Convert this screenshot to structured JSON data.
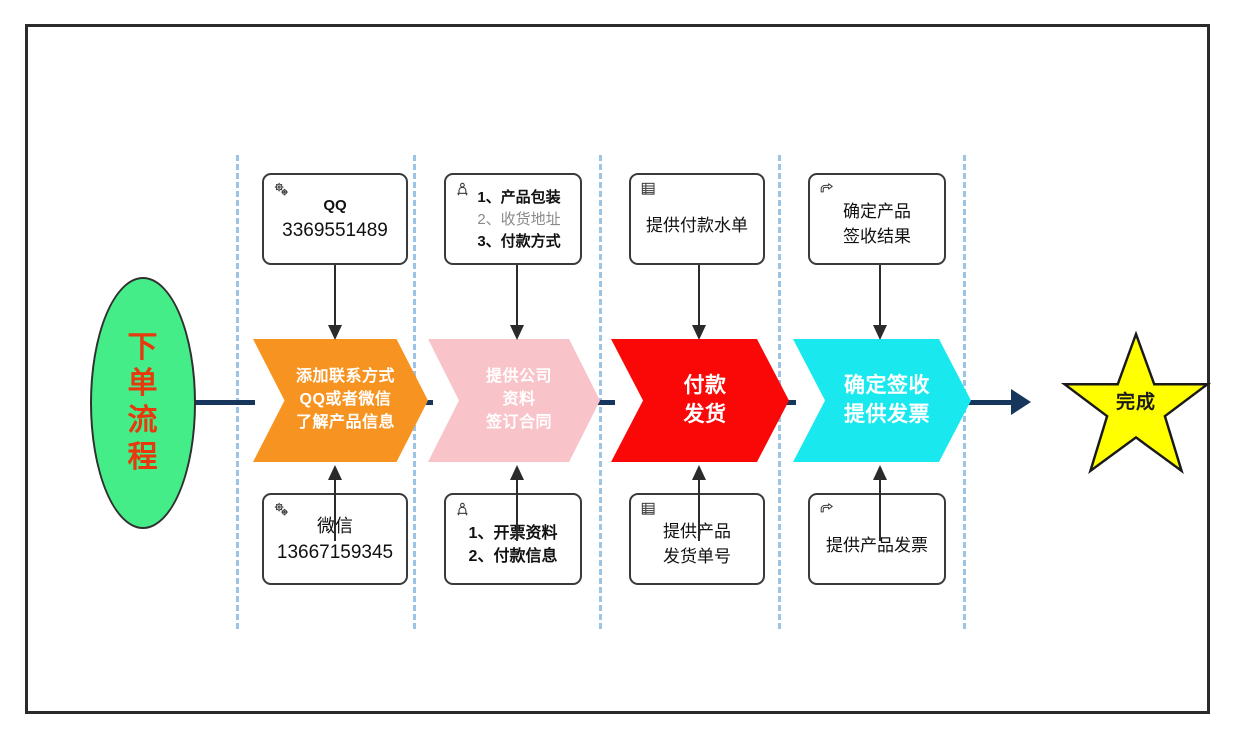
{
  "diagram": {
    "title": "下单流程",
    "start_node": {
      "label": "下单流程",
      "shape": "ellipse",
      "fill": "#44ed87",
      "text_color": "#e8380d"
    },
    "end_node": {
      "label": "完成",
      "shape": "star",
      "fill": "#ffff00",
      "text_color": "#1a1a1a"
    },
    "flow_line_color": "#16365c",
    "separator_color": "#9dc3e6",
    "stages": [
      {
        "id": "stage-1",
        "chevron": {
          "lines": [
            "添加联系方式",
            "QQ或者微信",
            "了解产品信息"
          ],
          "fill": "#f79421",
          "text_color": "#ffffff"
        },
        "top_box": {
          "icon": "gears-icon",
          "lines": [
            {
              "text": "QQ",
              "style": "bold"
            },
            {
              "text": "3369551489",
              "style": "normal"
            }
          ]
        },
        "bottom_box": {
          "icon": "gears-icon",
          "lines": [
            {
              "text": "微信",
              "style": "normal"
            },
            {
              "text": "13667159345",
              "style": "normal"
            }
          ]
        }
      },
      {
        "id": "stage-2",
        "chevron": {
          "lines": [
            "提供公司",
            "资料",
            "签订合同"
          ],
          "fill": "#f8c3c9",
          "text_color": "#ffffff"
        },
        "top_box": {
          "icon": "person-box-icon",
          "lines": [
            {
              "text": "1、产品包装",
              "style": "bold"
            },
            {
              "text": "2、收货地址",
              "style": "dim"
            },
            {
              "text": "3、付款方式",
              "style": "bold"
            }
          ]
        },
        "bottom_box": {
          "icon": "person-box-icon",
          "lines": [
            {
              "text": "1、开票资料",
              "style": "bold"
            },
            {
              "text": "2、付款信息",
              "style": "bold"
            }
          ]
        }
      },
      {
        "id": "stage-3",
        "chevron": {
          "lines": [
            "付款",
            "发货"
          ],
          "fill": "#fa0808",
          "text_color": "#ffffff"
        },
        "top_box": {
          "icon": "document-list-icon",
          "lines": [
            {
              "text": "提供付款水单",
              "style": "normal"
            }
          ]
        },
        "bottom_box": {
          "icon": "document-list-icon",
          "lines": [
            {
              "text": "提供产品",
              "style": "normal"
            },
            {
              "text": "发货单号",
              "style": "normal"
            }
          ]
        }
      },
      {
        "id": "stage-4",
        "chevron": {
          "lines": [
            "确定签收",
            "提供发票"
          ],
          "fill": "#19e9ee",
          "text_color": "#ffffff"
        },
        "top_box": {
          "icon": "pointing-hand-icon",
          "lines": [
            {
              "text": "确定产品",
              "style": "normal"
            },
            {
              "text": "签收结果",
              "style": "normal"
            }
          ]
        },
        "bottom_box": {
          "icon": "pointing-hand-icon",
          "lines": [
            {
              "text": "提供产品发票",
              "style": "normal"
            }
          ]
        }
      }
    ]
  }
}
